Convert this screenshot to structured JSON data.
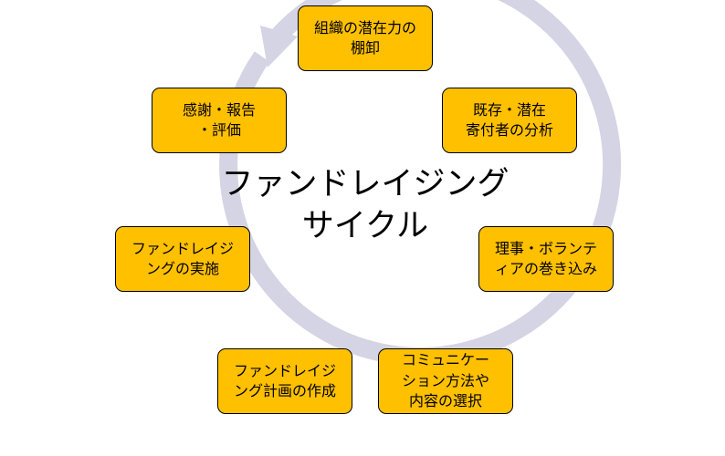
{
  "diagram": {
    "title": "ファンドレイジング\nサイクル",
    "steps": [
      {
        "label": "組織の潜在力の\n棚卸"
      },
      {
        "label": "既存・潜在\n寄付者の分析"
      },
      {
        "label": "理事・ボランテ\nィアの巻き込み"
      },
      {
        "label": "コミュニケー\nション方法や\n内容の選択"
      },
      {
        "label": "ファンドレイジ\nング計画の作成"
      },
      {
        "label": "ファンドレイジ\nングの実施"
      },
      {
        "label": "感謝・報告\n・評価"
      }
    ],
    "colors": {
      "box_fill": "#FFC000",
      "box_border": "#000000",
      "ring": "#D4D4E4"
    }
  }
}
